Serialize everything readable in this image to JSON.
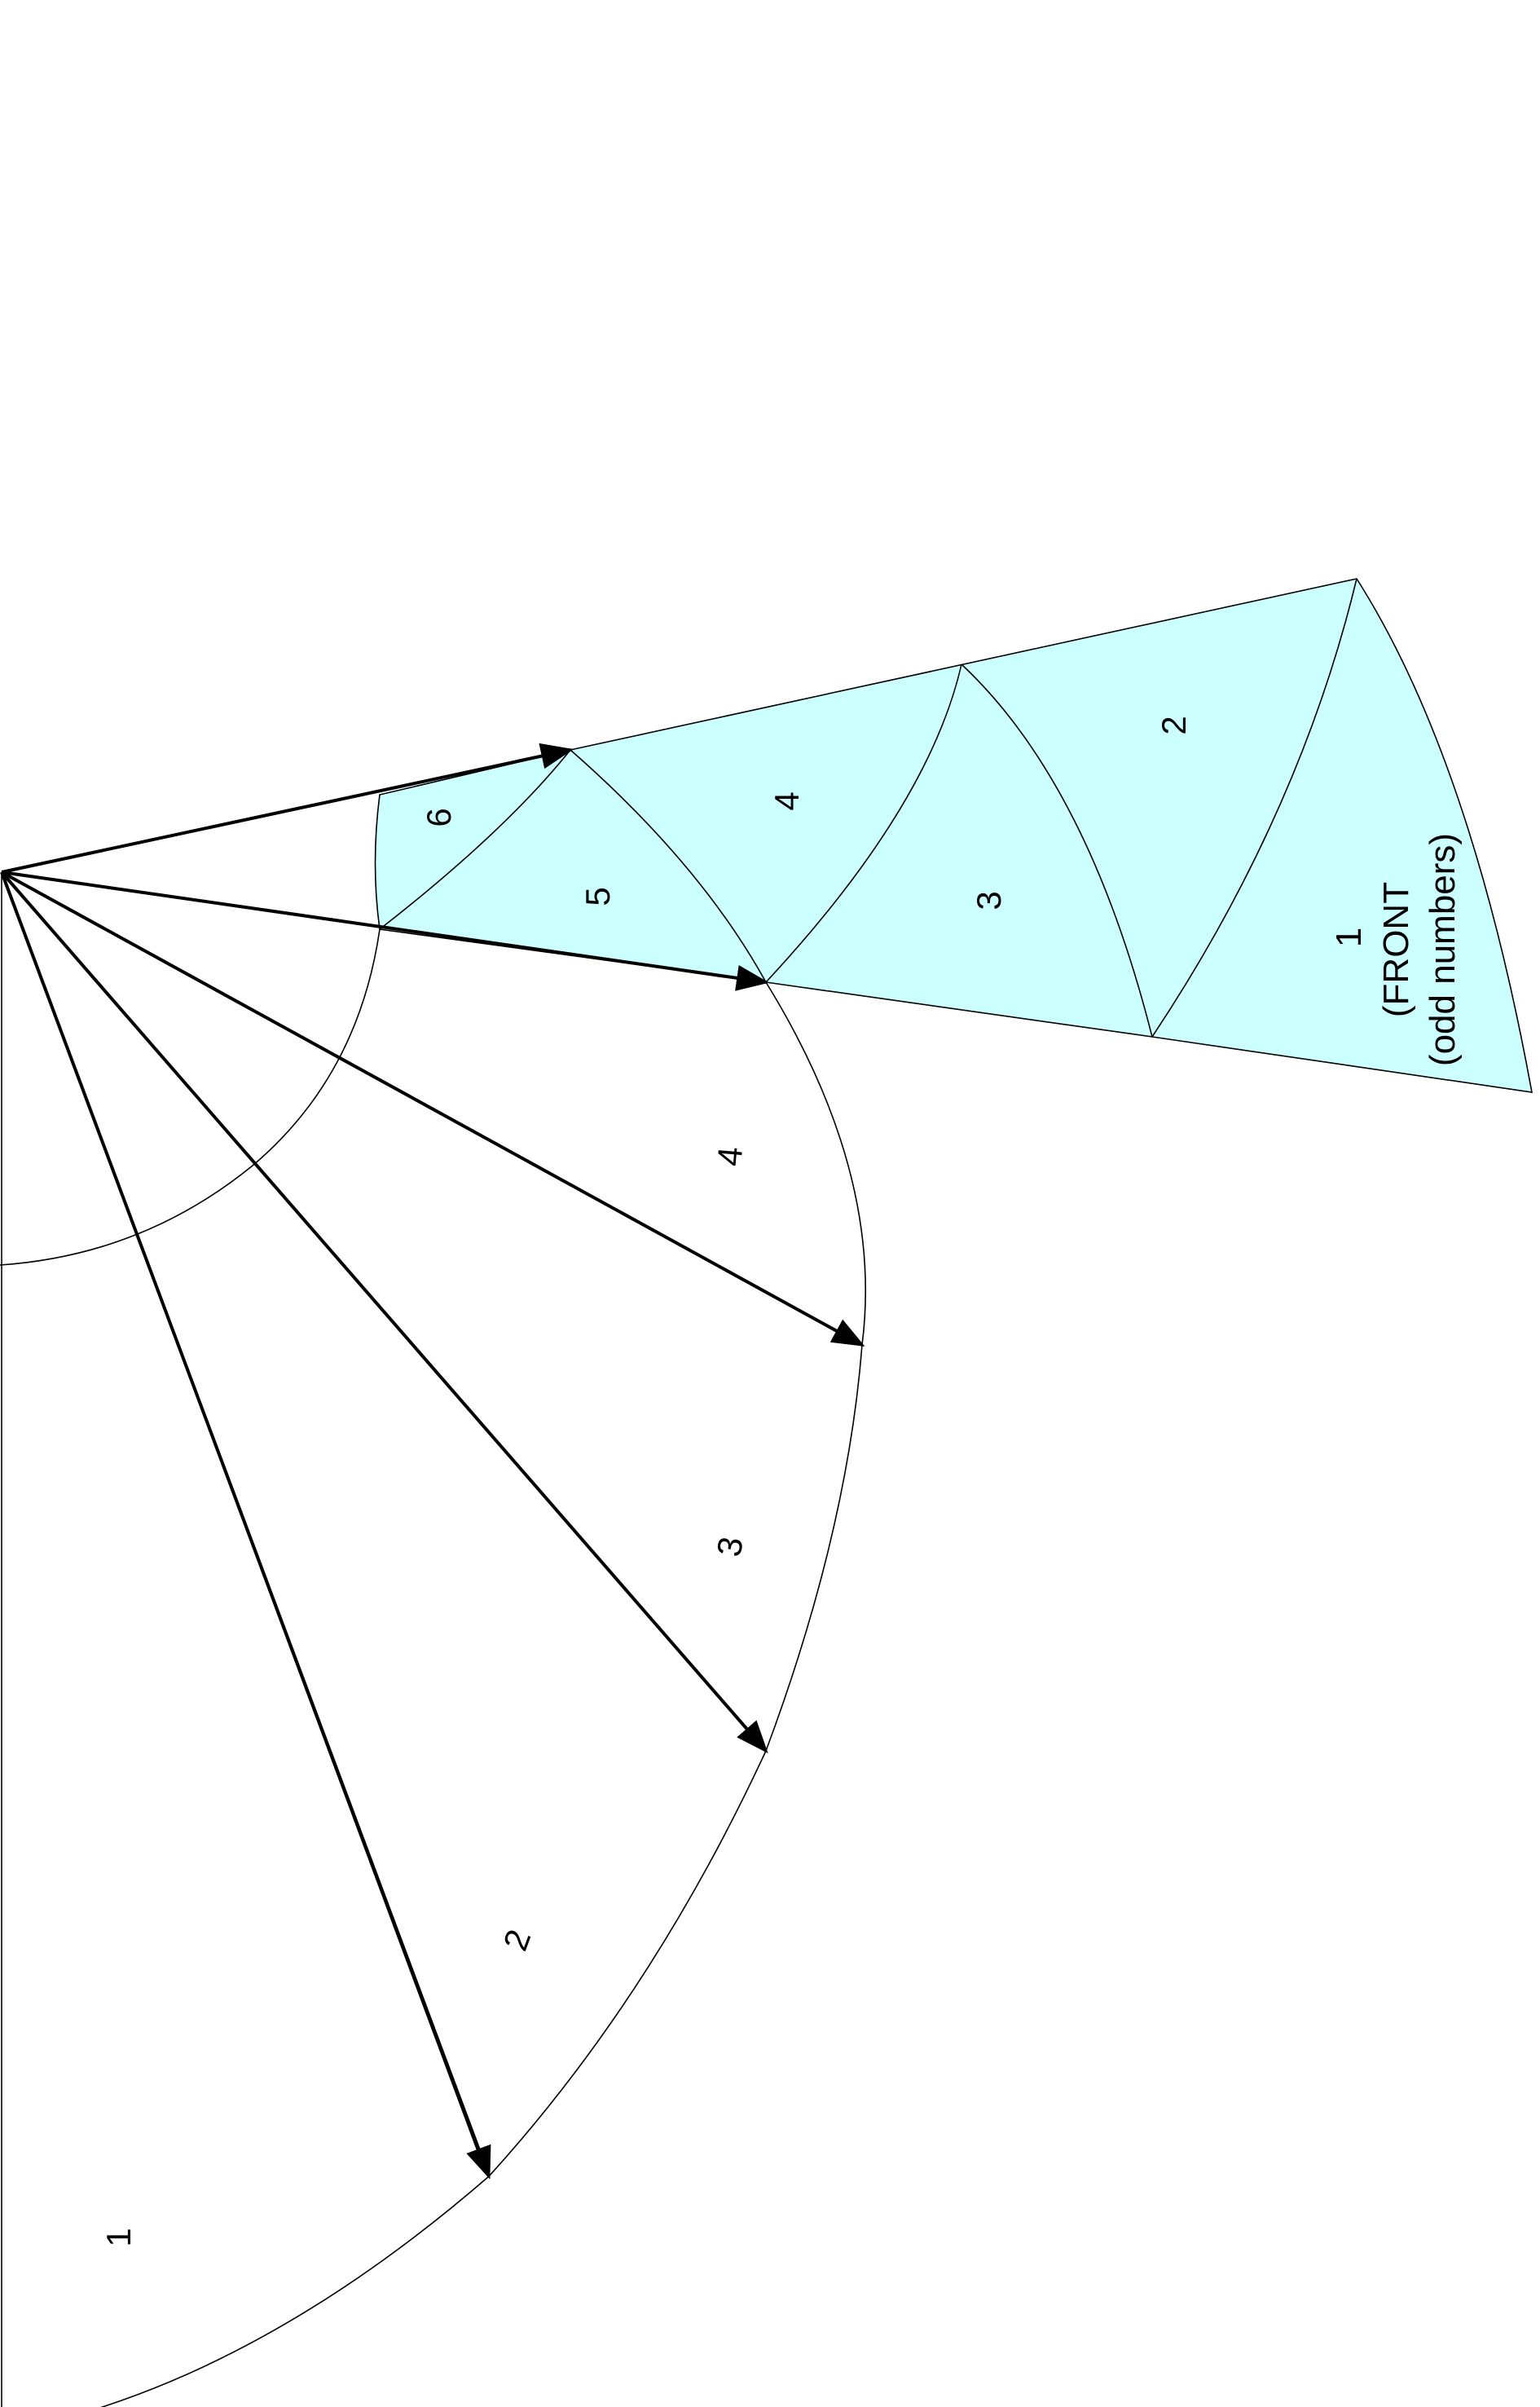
{
  "colors": {
    "highlight_fill": "#ccffff",
    "line": "#000000",
    "background": "#ffffff"
  },
  "labels": {
    "gore_lower_1": "1",
    "gore_lower_2": "2",
    "gore_lower_3": "3",
    "gore_lower_4": "4",
    "panel_1": "1",
    "panel_1_front": "(FRONT",
    "panel_1_odd": "(odd numbers)",
    "panel_2": "2",
    "panel_3": "3",
    "panel_4": "4",
    "panel_5": "5",
    "panel_6": "6"
  }
}
